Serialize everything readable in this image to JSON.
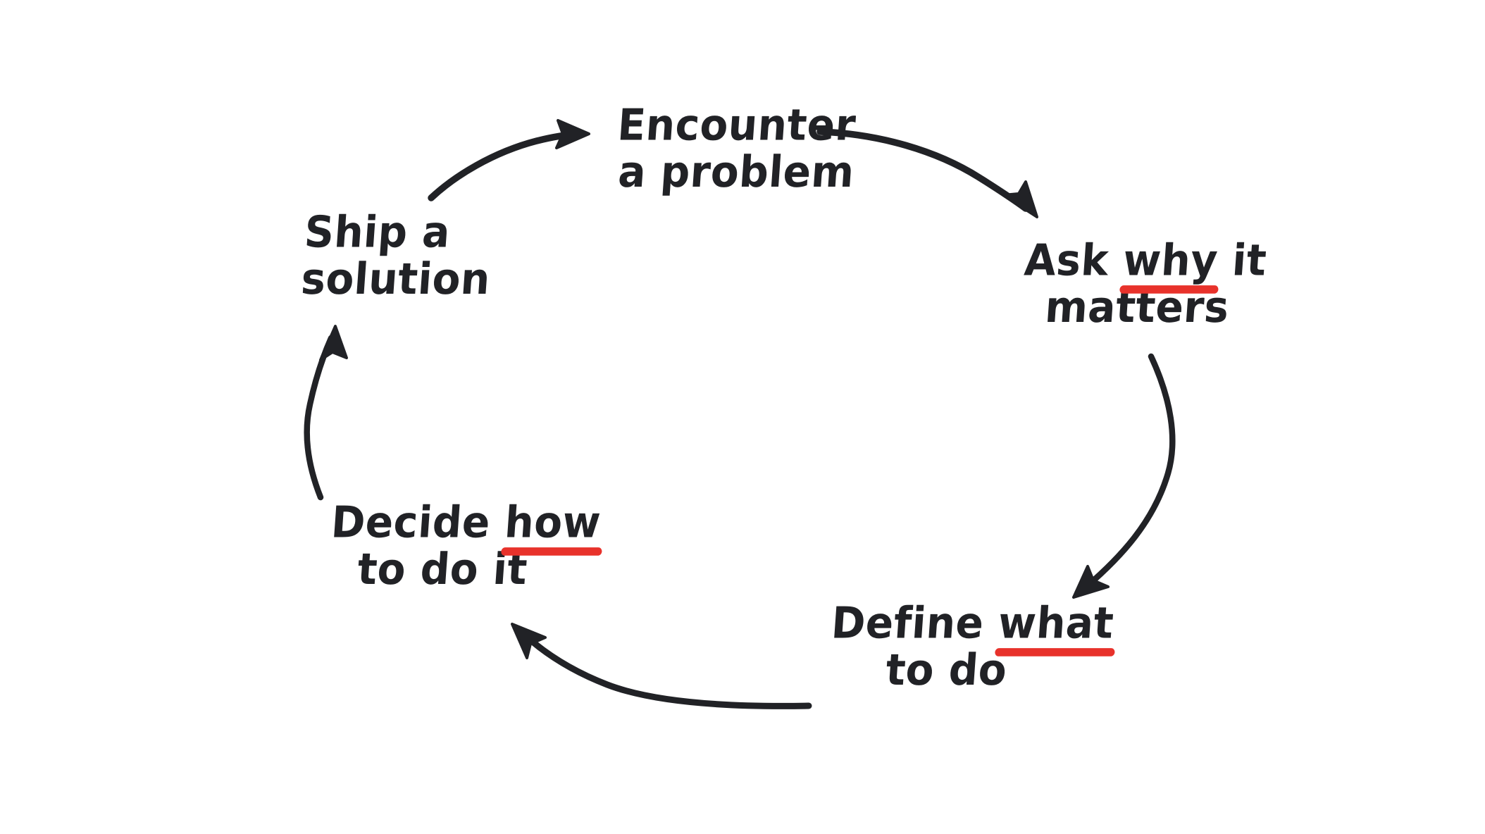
{
  "diagram": {
    "type": "cycle",
    "title": "",
    "background_color": "#ffffff",
    "ink_color": "#212226",
    "accent_color": "#e8322b",
    "style": "hand-drawn marker sketch",
    "nodes": [
      {
        "id": "encounter",
        "line1": "Encounter",
        "line2": "a problem",
        "emphasis_word": "",
        "position": "top"
      },
      {
        "id": "ask",
        "line1_before": "Ask ",
        "emphasis_word": "why",
        "line1_after": " it",
        "line2": "matters",
        "position": "right"
      },
      {
        "id": "define",
        "line1_before": "Define ",
        "emphasis_word": "what",
        "line1_after": "",
        "line2": "to do",
        "position": "bottom-right"
      },
      {
        "id": "decide",
        "line1_before": "Decide ",
        "emphasis_word": "how",
        "line1_after": "",
        "line2": "to do it",
        "position": "bottom-left"
      },
      {
        "id": "ship",
        "line1": "Ship a",
        "line2": "solution",
        "emphasis_word": "",
        "position": "left"
      }
    ],
    "arrows": [
      {
        "id": "encounter-to-ask",
        "from": "encounter",
        "to": "ask"
      },
      {
        "id": "ask-to-define",
        "from": "ask",
        "to": "define"
      },
      {
        "id": "define-to-decide",
        "from": "define",
        "to": "decide"
      },
      {
        "id": "decide-to-ship",
        "from": "decide",
        "to": "ship"
      },
      {
        "id": "ship-to-encounter",
        "from": "ship",
        "to": "encounter"
      }
    ]
  }
}
